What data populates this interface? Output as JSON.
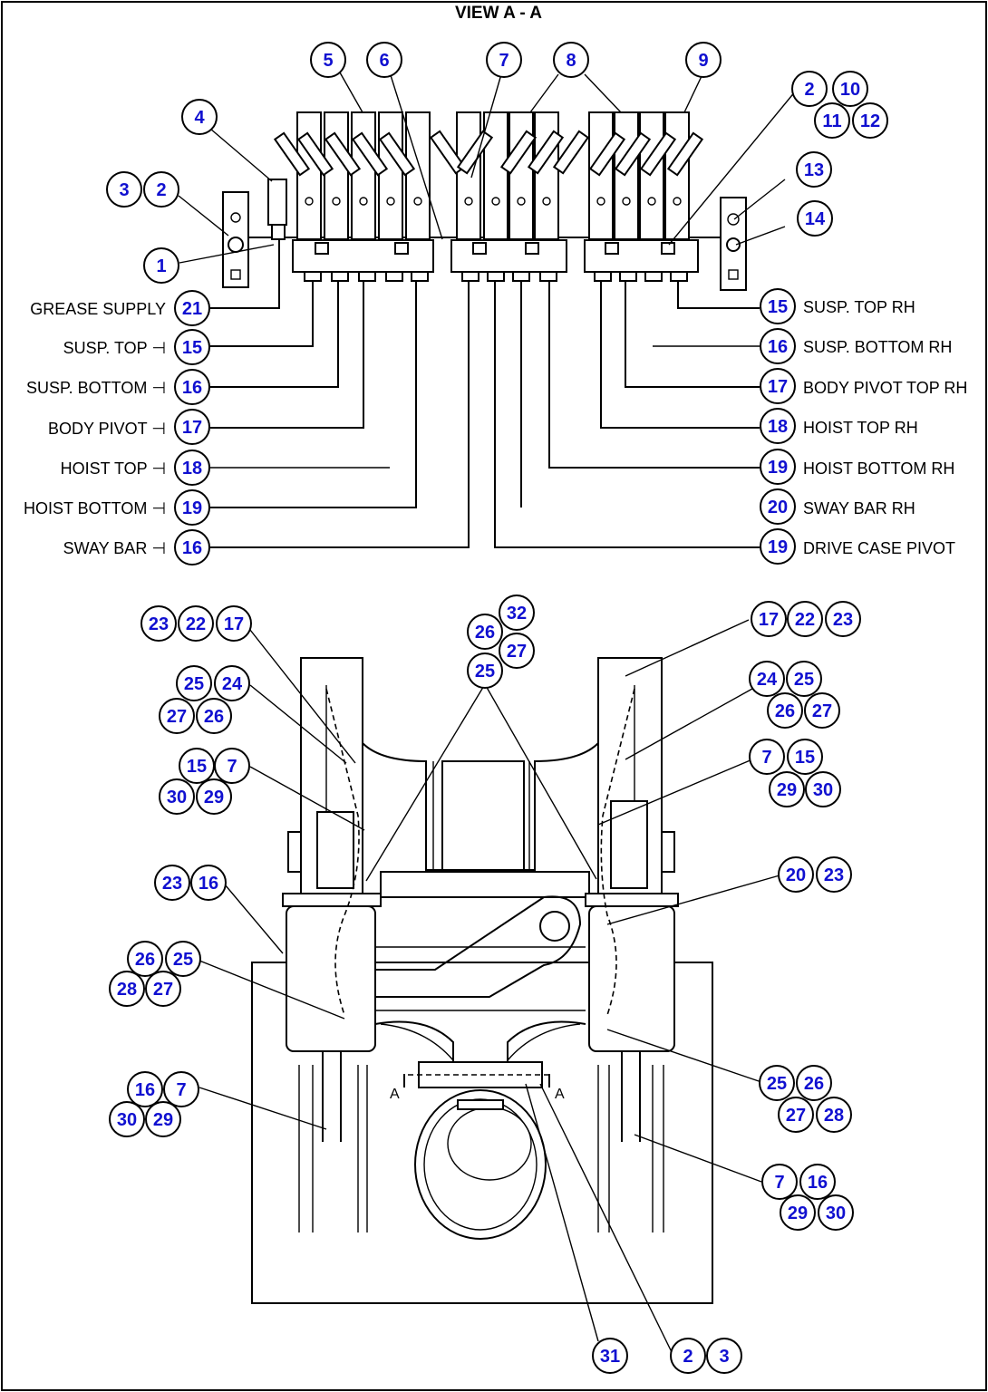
{
  "title": "VIEW  A - A",
  "labels_left": [
    "GREASE SUPPLY",
    "SUSP. TOP ⊣",
    "SUSP. BOTTOM ⊣",
    "BODY PIVOT ⊣",
    "HOIST TOP ⊣",
    "HOIST BOTTOM ⊣",
    "SWAY BAR ⊣"
  ],
  "labels_right": [
    "SUSP. TOP RH",
    "SUSP. BOTTOM RH",
    "BODY PIVOT TOP RH",
    "HOIST TOP RH",
    "HOIST BOTTOM RH",
    "SWAY BAR RH",
    "DRIVE CASE PIVOT"
  ],
  "section_marks": [
    "A",
    "A"
  ],
  "callouts": {
    "top": [
      "5",
      "6",
      "7",
      "8",
      "9",
      "2",
      "10",
      "11",
      "12",
      "4",
      "3",
      "2",
      "13",
      "14",
      "1"
    ],
    "left_column": [
      "21",
      "15",
      "16",
      "17",
      "18",
      "19",
      "16"
    ],
    "right_column": [
      "15",
      "16",
      "17",
      "18",
      "19",
      "20",
      "19"
    ],
    "lower_left": [
      "23",
      "22",
      "17",
      "25",
      "24",
      "27",
      "26",
      "15",
      "7",
      "30",
      "29",
      "23",
      "16",
      "26",
      "25",
      "28",
      "27",
      "16",
      "7",
      "30",
      "29"
    ],
    "lower_center": [
      "32",
      "26",
      "27",
      "25"
    ],
    "lower_right": [
      "17",
      "22",
      "23",
      "24",
      "25",
      "26",
      "27",
      "7",
      "15",
      "29",
      "30",
      "20",
      "23",
      "25",
      "26",
      "27",
      "28",
      "7",
      "16",
      "29",
      "30"
    ],
    "bottom": [
      "31",
      "2",
      "3"
    ]
  },
  "colors": {
    "callout_text": "#1010d0",
    "line": "#000000",
    "background": "#ffffff"
  }
}
